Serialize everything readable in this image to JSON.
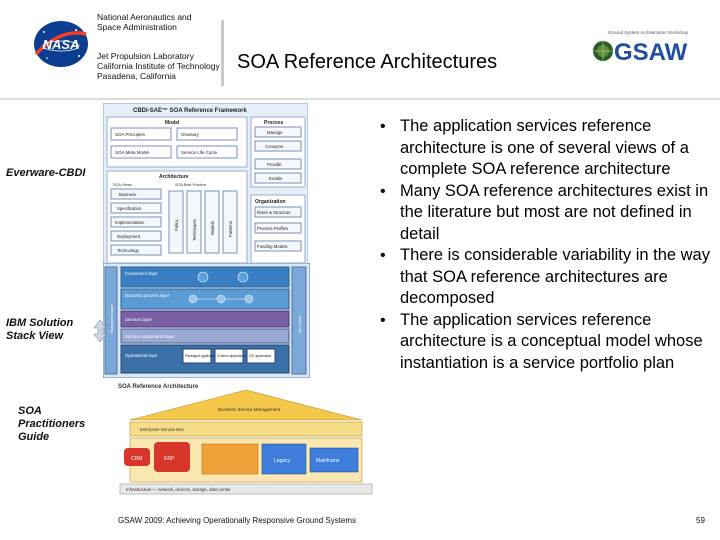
{
  "header": {
    "org_line1": "National Aeronautics and",
    "org_line2": "Space Administration",
    "lab_line1": "Jet Propulsion Laboratory",
    "lab_line2": "California Institute of Technology",
    "lab_line3": "Pasadena, California",
    "title": "SOA Reference Architectures",
    "nasa_logo_text": "NASA",
    "gsaw_logo_text": "GSAW",
    "gsaw_small_text": "Ground System Architectures Workshop"
  },
  "figures": {
    "cbdi_label": "Everware-CBDI",
    "ibm_label_line1": "IBM Solution",
    "ibm_label_line2": "Stack View",
    "soa_label_line1": "SOA",
    "soa_label_line2": "Practitioners",
    "soa_label_line3": "Guide",
    "cbdi": {
      "title": "CBDI-SAE™ SOA Reference Framework",
      "model_header": "Model",
      "process_header": "Process",
      "model_items": [
        "SOA Principles",
        "Glossary",
        "SOA Meta Model",
        "Service Life Cycle"
      ],
      "process_items": [
        "Manage",
        "Consume",
        "Provide",
        "Enable"
      ],
      "architecture_header": "Architecture",
      "soa_views": "SOA Views",
      "soa_best_practice": "SOA Best Practice",
      "arch_items": [
        "Business",
        "Specification",
        "Implementation",
        "Deployment",
        "Technology"
      ],
      "vertical_items": [
        "Policy",
        "Techniques",
        "Models",
        "Patterns"
      ],
      "organization_header": "Organization",
      "org_items": [
        "Roles & Structure",
        "Process Profiles",
        "Funding Models"
      ]
    },
    "ibm": {
      "layers": [
        "Consumers layer",
        "Business process layer",
        "Services layer",
        "Service components layer",
        "Operational layer"
      ],
      "left_side": "Integration layer",
      "right_side": "QoS layer",
      "bottom_items": [
        "Packaged application",
        "Custom application",
        "OO application"
      ]
    },
    "soa": {
      "title": "SOA Reference Architecture",
      "top_box": "Business Service Management",
      "enterprise_band": "Enterprise Service Bus",
      "chips": [
        "CRM",
        "ERP",
        "Legacy",
        "Mainframe"
      ],
      "infrastructure": "Infrastructure — network, devices, storage, data center"
    }
  },
  "bullets": [
    "The application services reference architecture is one of several views of a complete SOA reference architecture",
    "Many SOA reference architectures exist in the literature but most are not defined in detail",
    "There is considerable variability in the way that SOA reference architectures are decomposed",
    "The application services reference architecture is a conceptual model whose instantiation is a service portfolio plan"
  ],
  "bullet_glyph": "•",
  "footer": {
    "text": "GSAW 2009: Achieving Operationally Responsive Ground Systems",
    "page_number": "59"
  },
  "colors": {
    "nasa_blue": "#0b3d91",
    "nasa_red": "#fc3d21",
    "gsaw_blue": "#1f4fa0",
    "ibm_blue": "#3a7fc4",
    "soa_yellow": "#f4c84a",
    "soa_red": "#d8352b"
  }
}
